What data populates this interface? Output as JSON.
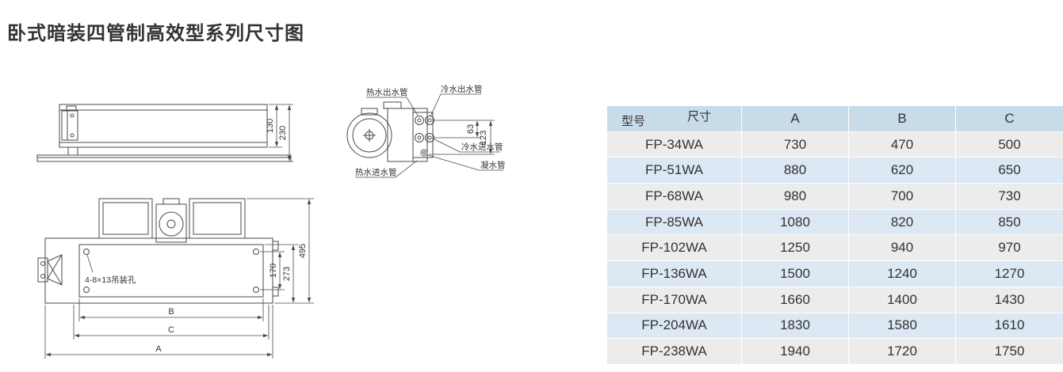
{
  "page": {
    "title": "卧式暗装四管制高效型系列尺寸图"
  },
  "drawing": {
    "side_view": {
      "dim_body_height": "130",
      "dim_total_height": "230"
    },
    "end_view": {
      "hot_water_outlet": "热水出水管",
      "cold_water_outlet": "冷水出水管",
      "cold_water_inlet": "冷水进水管",
      "hot_water_inlet": "热水进水管",
      "condensate_pipe": "凝水管",
      "dim_pipe_spacing": "63",
      "dim_pipe_total": "123"
    },
    "top_view": {
      "hanging_holes": "4-8×13吊装孔",
      "dim_inner": "170",
      "dim_mid": "273",
      "dim_depth": "495",
      "dim_b": "B",
      "dim_c": "C",
      "dim_a": "A"
    }
  },
  "table": {
    "header": {
      "model": "型号",
      "size": "尺寸",
      "col_a": "A",
      "col_b": "B",
      "col_c": "C"
    },
    "rows": [
      {
        "model": "FP-34WA",
        "A": "730",
        "B": "470",
        "C": "500"
      },
      {
        "model": "FP-51WA",
        "A": "880",
        "B": "620",
        "C": "650"
      },
      {
        "model": "FP-68WA",
        "A": "980",
        "B": "700",
        "C": "730"
      },
      {
        "model": "FP-85WA",
        "A": "1080",
        "B": "820",
        "C": "850"
      },
      {
        "model": "FP-102WA",
        "A": "1250",
        "B": "940",
        "C": "970"
      },
      {
        "model": "FP-136WA",
        "A": "1500",
        "B": "1240",
        "C": "1270"
      },
      {
        "model": "FP-170WA",
        "A": "1660",
        "B": "1400",
        "C": "1430"
      },
      {
        "model": "FP-204WA",
        "A": "1830",
        "B": "1580",
        "C": "1610"
      },
      {
        "model": "FP-238WA",
        "A": "1940",
        "B": "1720",
        "C": "1750"
      }
    ]
  },
  "colors": {
    "header_bg": "#c7dbe9",
    "row_gray": "#ececed",
    "row_blue": "#dce8f3",
    "line": "#4a4a4a"
  }
}
